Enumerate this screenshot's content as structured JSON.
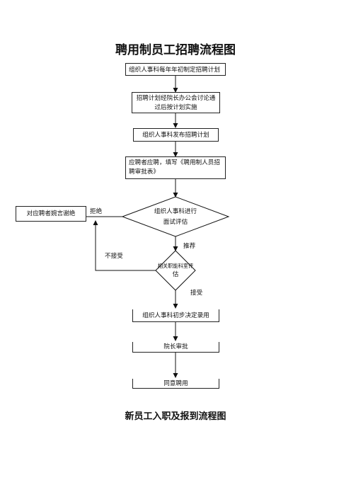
{
  "title": "聘用制员工招聘流程图",
  "subtitle": "新员工入职及报到流程图",
  "steps": {
    "s1": "组织人事科每年年初制定招聘计划",
    "s2_line1": "招聘计划经院长办公会讨论通",
    "s2_line2": "过后按计划实施",
    "s3": "组织人事科发布招聘计划",
    "s4_line1": "应聘者应聘，填写《聘用制人员招",
    "s4_line2": "聘审批表》",
    "d1_line1": "组织人事科进行",
    "d1_line2": "面试评估",
    "d2_line1": "相关职能科室评",
    "d2_line2": "估",
    "reject_box": "对应聘者婉言谢绝",
    "s5": "组织人事科初步决定录用",
    "s6": "院长审批",
    "s7": "同意聘用"
  },
  "edge_labels": {
    "reject": "拒绝",
    "recommend": "推荐",
    "not_accept": "不接受",
    "accept": "接受"
  }
}
